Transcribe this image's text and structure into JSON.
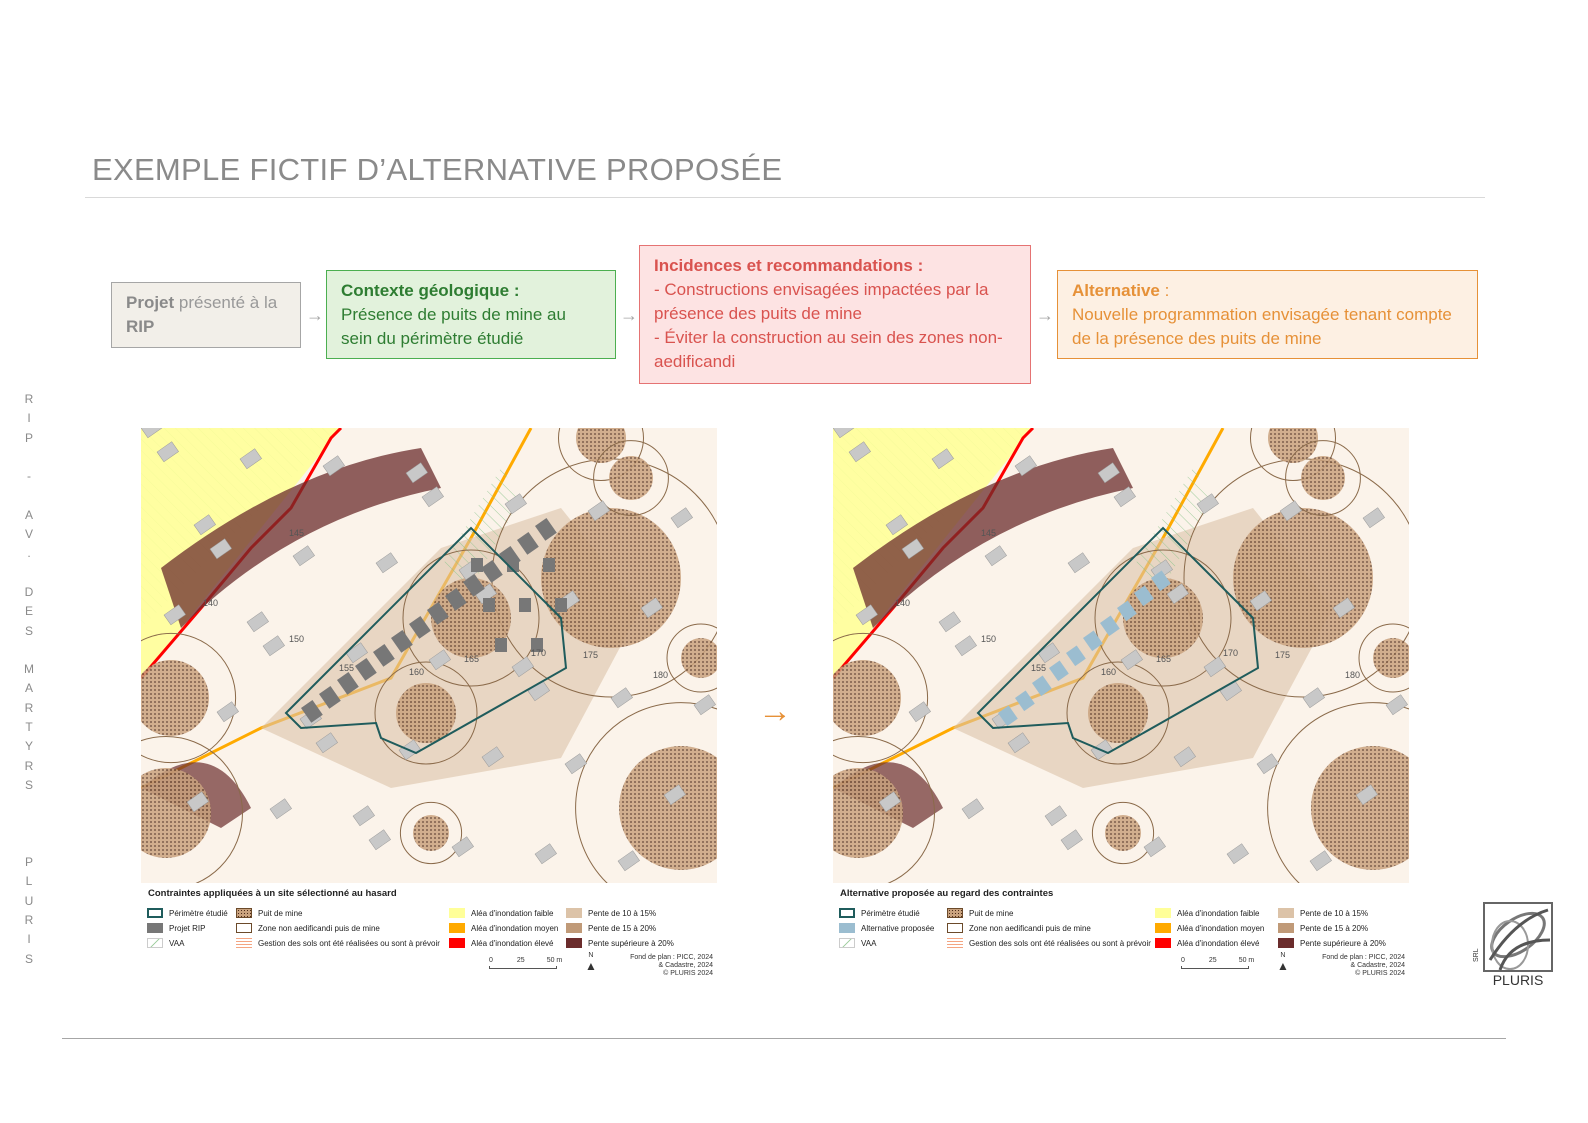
{
  "title": "EXEMPLE FICTIF D’ALTERNATIVE PROPOSÉE",
  "sidebar_text": "R\nI\nP\n\n-\n\nA\nV\n.\n\nD\nE\nS\n\nM\nA\nR\nT\nY\nR\nS\n\n\n\nP\nL\nU\nR\nI\nS",
  "steps": [
    {
      "bold": "Projet",
      "text": " présenté à la ",
      "bold2": "RIP"
    },
    {
      "bold": "Contexte géologique :",
      "text": "Présence de puits de mine au sein du périmètre étudié"
    },
    {
      "bold": "Incidences et recommandations :",
      "line1": "- Constructions envisagées impactées par la présence des puits de mine",
      "line2": "- Éviter la construction au sein des zones non-aedificandi"
    },
    {
      "bold": "Alternative",
      "colon": " :",
      "text": "Nouvelle programmation envisagée tenant compte de la présence des puits de mine"
    }
  ],
  "arrow_glyph": "→",
  "maps": [
    {
      "legend_title": "Contraintes appliquées à un site sélectionné au hasard",
      "building_label": "Projet RIP",
      "building_color": "#777777"
    },
    {
      "legend_title": "Alternative proposée au regard des contraintes",
      "building_label": "Alternative proposée",
      "building_color": "#9bbdd0"
    }
  ],
  "contours": [
    "145",
    "140",
    "150",
    "155",
    "160",
    "165",
    "170",
    "175",
    "180"
  ],
  "legend": {
    "perimetre": "Périmètre étudié",
    "vaa": "VAA",
    "puit": "Puit de mine",
    "zone": "Zone non aedificandi puis de mine",
    "gestion": "Gestion des sols ont été réalisées ou sont à prévoir",
    "faible": "Aléa d'inondation faible",
    "moyen": "Aléa d'inondation moyen",
    "eleve": "Aléa d'inondation élevé",
    "p1": "Pente de 10 à 15%",
    "p2": "Pente de 15 à 20%",
    "p3": "Pente supérieure à 20%"
  },
  "colors": {
    "faible": "#ffff99",
    "moyen": "#ffaa00",
    "eleve": "#ff0000",
    "p1": "#dcc3a8",
    "p2": "#c09a78",
    "p3": "#6b2c2c",
    "perimetre": "#1f5c5c"
  },
  "scale": {
    "s0": "0",
    "s25": "25",
    "s50": "50 m",
    "north": "N"
  },
  "credit": {
    "l1": "Fond de plan : PICC, 2024",
    "l2": "& Cadastre, 2024",
    "l3": "© PLURIS 2024"
  },
  "logo": {
    "name": "PLURIS",
    "srl": "SRL"
  }
}
